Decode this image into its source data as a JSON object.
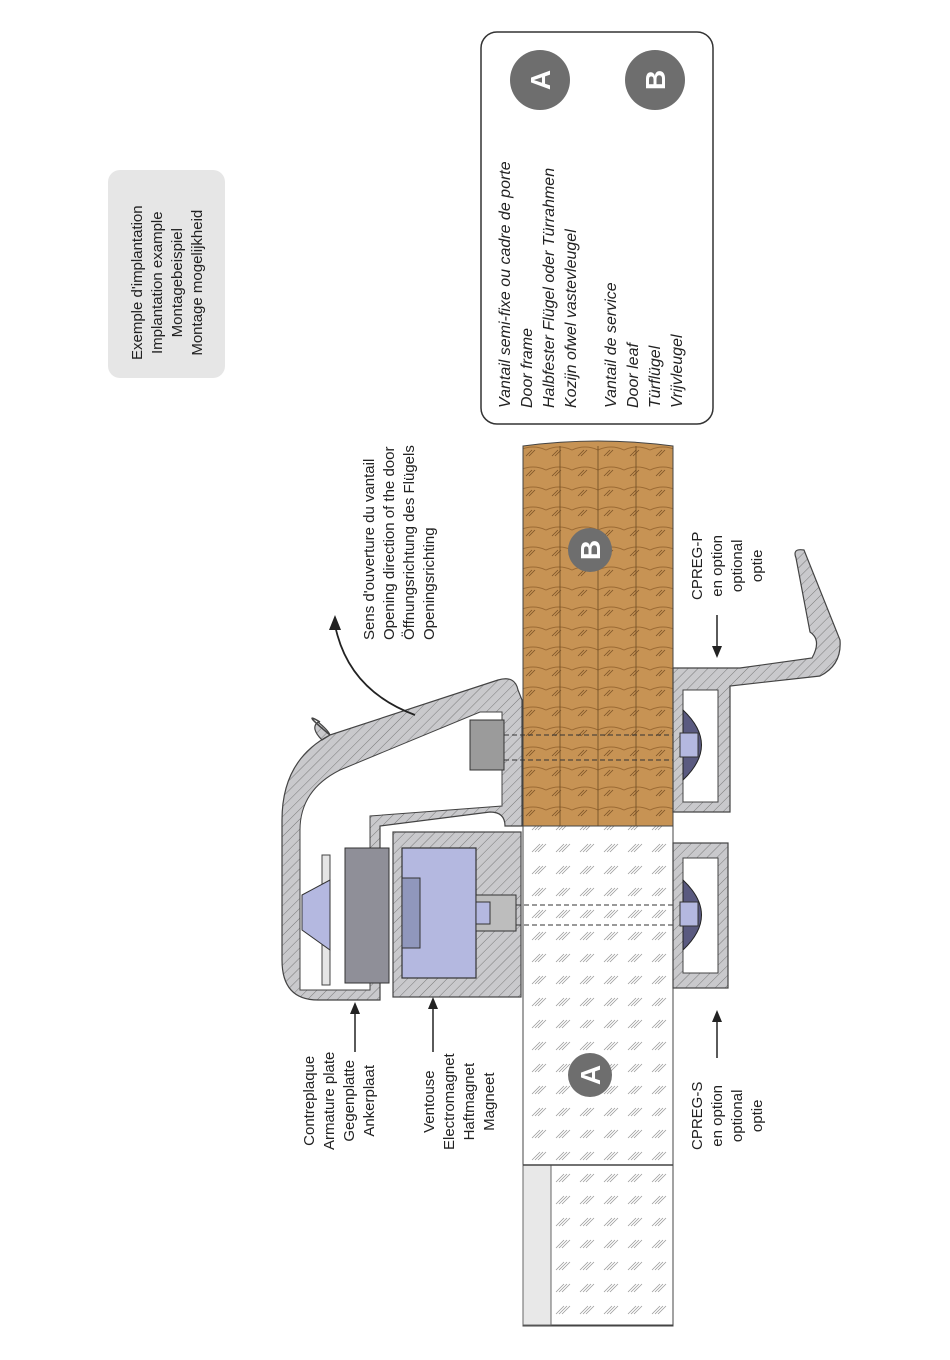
{
  "example_box": {
    "lines": [
      "Exemple d'implantation",
      "Implantation example",
      "Montagebeispiel",
      "Montage mogelijkheid"
    ]
  },
  "opening_direction": {
    "lines": [
      "Sens d'ouverture du vantail",
      "Opening direction of the door",
      "Öffnungsrichtung des Flügels",
      "Openingsrichting"
    ]
  },
  "legend": {
    "a_badge": "A",
    "b_badge": "B",
    "a_lines": [
      "Vantail semi-fixe ou cadre de porte",
      "Door frame",
      "Halbfester Flügel oder Türrahmen",
      "Kozijn ofwel vastevleugel"
    ],
    "b_lines": [
      "Vantail de  service",
      "Door leaf",
      "Türflügel",
      "Vrijvleugel"
    ]
  },
  "labels": {
    "armature": [
      "Contreplaque",
      "Armature plate",
      "Gegenplatte",
      "Ankerplaat"
    ],
    "magnet": [
      "Ventouse",
      "Electromagnet",
      "Haftmagnet",
      "Magneet"
    ],
    "cpreg_s": [
      "CPREG-S",
      "en option",
      "optional",
      "optie"
    ],
    "cpreg_p": [
      "CPREG-P",
      "en option",
      "optional",
      "optie"
    ],
    "badge_a": "A",
    "badge_b": "B"
  },
  "colors": {
    "aluminium": "#c9c9cc",
    "magnet": "#b4b8e0",
    "wood": "#c79354",
    "badge": "#6e6e6e",
    "box": "#e6e6e6"
  }
}
